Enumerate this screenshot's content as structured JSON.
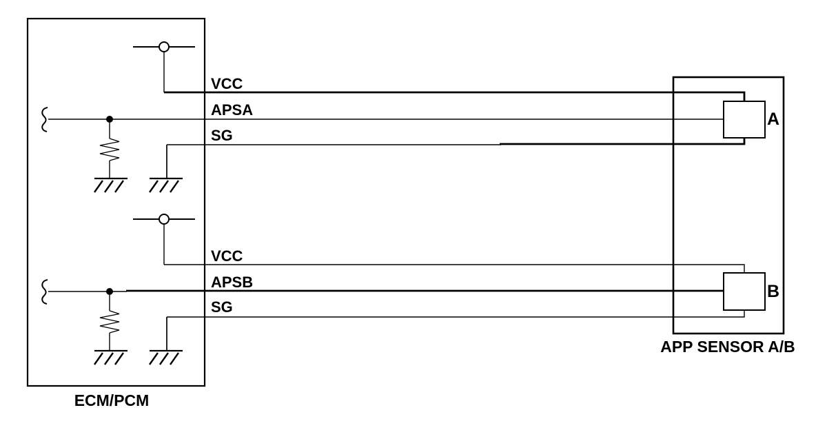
{
  "page": {
    "background_color": "#ffffff"
  },
  "diagram": {
    "line_color": "#000000",
    "ecm": {
      "label": "ECM/PCM"
    },
    "sensor": {
      "label": "APP SENSOR A/B"
    },
    "channel_a": {
      "vcc": "VCC",
      "signal": "APSA",
      "sg": "SG",
      "connector": "A"
    },
    "channel_b": {
      "vcc": "VCC",
      "signal": "APSB",
      "sg": "SG",
      "connector": "B"
    }
  }
}
